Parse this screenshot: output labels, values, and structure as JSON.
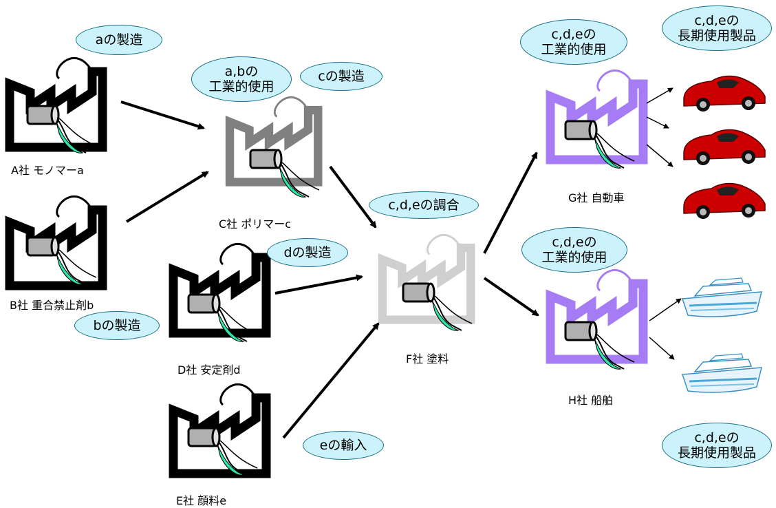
{
  "companies": {
    "A": "A社 モノマーa",
    "B": "B社 重合禁止剤b",
    "C": "C社 ポリマーc",
    "D": "D社 安定剤d",
    "E": "E社 顔料e",
    "F": "F社 塗料",
    "G": "G社 自動車",
    "H": "H社 船舶"
  },
  "bubbles": {
    "a_mfg": "aの製造",
    "b_mfg": "bの製造",
    "ab_use": "a,bの\n工業的使用",
    "c_mfg": "cの製造",
    "d_mfg": "dの製造",
    "cde_mix": "c,d,eの調合",
    "e_import": "eの輸入",
    "cde_use_g": "c,d,eの\n工業的使用",
    "cde_use_h": "c,d,eの\n工業的使用",
    "cde_long_top": "c,d,eの\n長期使用製品",
    "cde_long_bottom": "c,d,eの\n長期使用製品"
  },
  "colors": {
    "bubble_fill": "#ccf2fb",
    "bubble_border": "#1a6f86",
    "factory_black": "#000000",
    "factory_gray": "#808080",
    "factory_light": "#cfcfcf",
    "factory_purple": "#a67cf5",
    "car_red": "#cc0000",
    "ship_blue": "#4aa8d8"
  }
}
